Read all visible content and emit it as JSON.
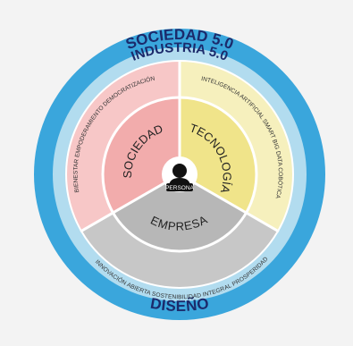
{
  "rings": {
    "outer_label": "SOCIEDAD 5.0",
    "second_label": "INDUSTRIA 5.0",
    "bottom_label": "DISEÑO"
  },
  "sectors": {
    "sociedad": {
      "title": "SOCIEDAD",
      "keywords_line": "BIENESTAR   EMPODERAMIENTO   DEMOCRATIZACIÓN"
    },
    "tecnologia": {
      "title": "TECNOLOGÍA",
      "keywords_line": "INTELIGENCIA ARTIFICIAL   SMART BIG DATA   COBÓTICA"
    },
    "empresa": {
      "title": "EMPRESA",
      "keywords_line": "INNOVACIÓN ABIERTA   SOSTENIBILIDAD INTEGRAL   PROSPERIDAD"
    }
  },
  "center": {
    "label": "PERSONA",
    "icon": "person-icon"
  },
  "colors": {
    "outer_ring": "#3aa6dc",
    "second_ring": "#b2dcef",
    "sociedad": "#f7c7c7",
    "tecnologia": "#f6f0bd",
    "empresa": "#c7c7c7",
    "sociedad_inner": "#f2acac",
    "tecnologia_inner": "#f0e48a",
    "empresa_inner": "#b7b7b7",
    "title_text": "#1b2a6b"
  }
}
